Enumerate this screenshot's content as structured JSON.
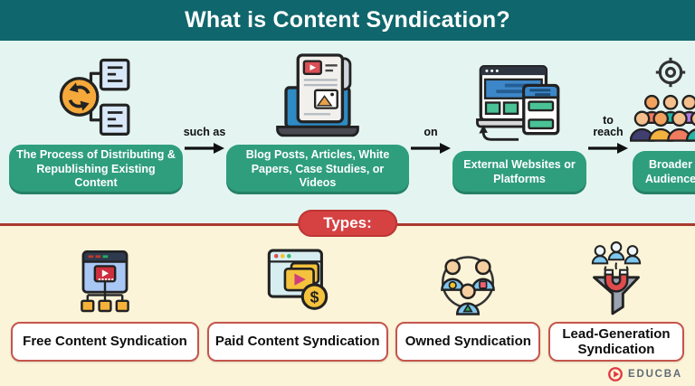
{
  "header": {
    "title": "What is Content Syndication?"
  },
  "flow": {
    "steps": [
      {
        "icon": "recycle-documents-icon",
        "label": "The Process of Distributing & Republishing Existing Content"
      },
      {
        "icon": "laptop-document-icon",
        "label": "Blog Posts, Articles, White Papers, Case Studies, or Videos"
      },
      {
        "icon": "browser-windows-sync-icon",
        "label": "External Websites or Platforms"
      },
      {
        "icon": "audience-target-icon",
        "label": "Broader Audience"
      }
    ],
    "connectors": [
      "such as",
      "on",
      "to reach"
    ]
  },
  "types": {
    "badge": "Types:",
    "items": [
      {
        "icon": "video-site-tree-icon",
        "label": "Free Content Syndication"
      },
      {
        "icon": "video-cards-dollar-icon",
        "label": "Paid Content Syndication"
      },
      {
        "icon": "people-network-icon",
        "label": "Owned Syndication"
      },
      {
        "icon": "magnet-funnel-leads-icon",
        "label": "Lead-Generation Syndication"
      }
    ]
  },
  "footer": {
    "brand": "EDUCBA"
  },
  "colors": {
    "header_bg": "#0f666c",
    "flow_bg": "#e4f5f1",
    "flow_box_green": "#2f9e7d",
    "types_bg": "#fbf4d8",
    "divider_red": "#a83a2e",
    "badge_red": "#d64141",
    "type_border_red": "#c5554d",
    "brand_red": "#e23744"
  }
}
